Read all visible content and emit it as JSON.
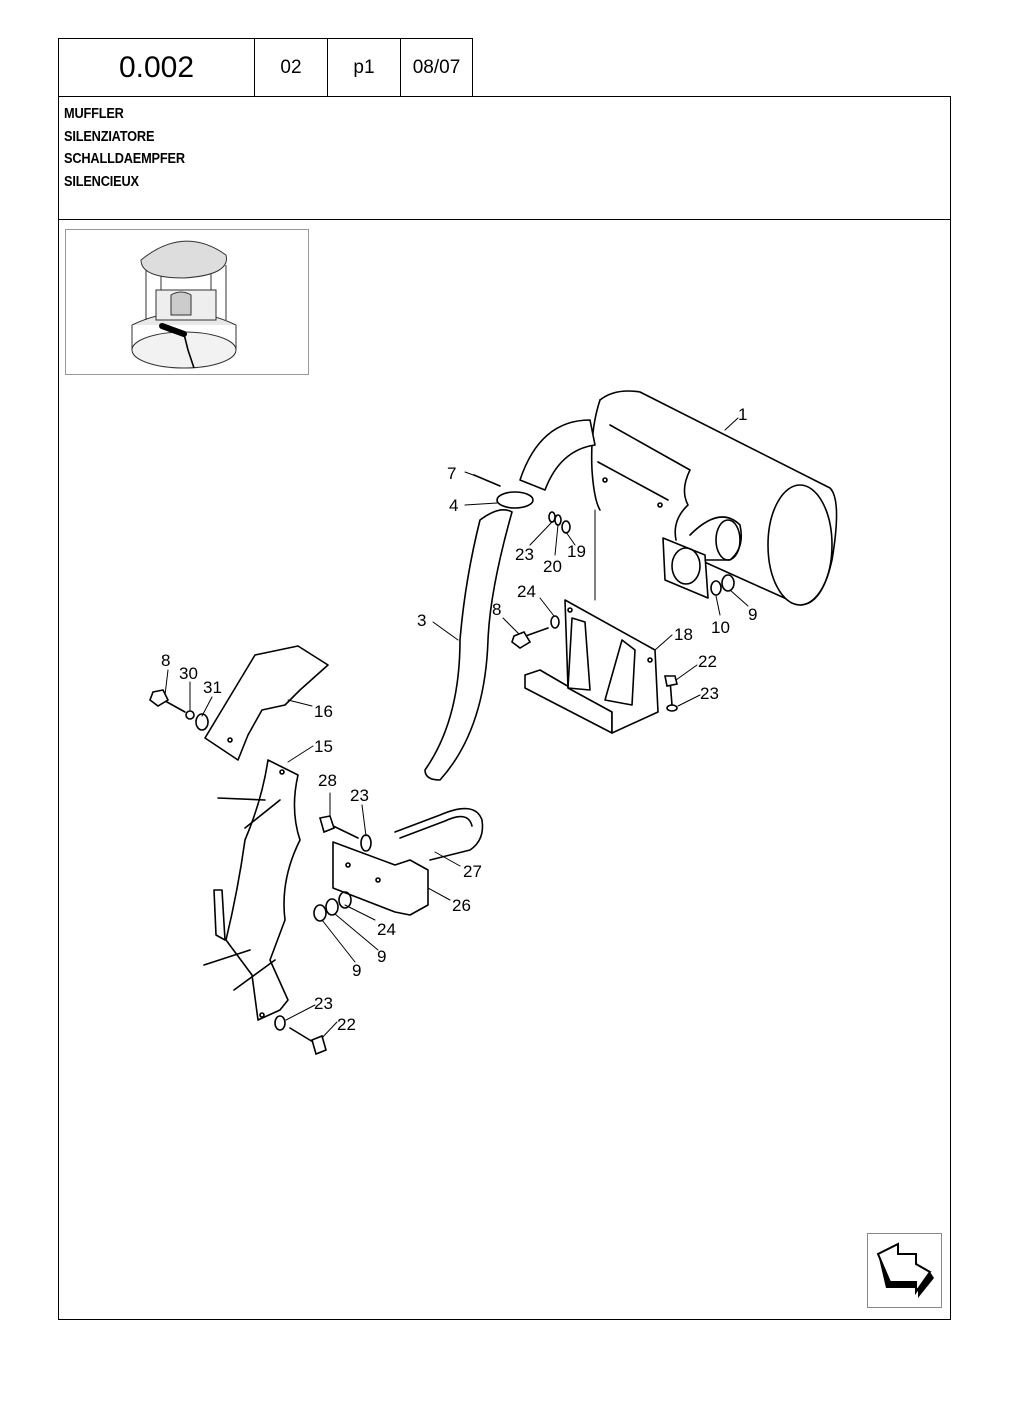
{
  "header": {
    "code": "0.002",
    "section": "02",
    "page": "p1",
    "date": "08/07"
  },
  "title": {
    "lines": [
      "MUFFLER",
      "SILENZIATORE",
      "SCHALLDAEMPFER",
      "SILENCIEUX"
    ]
  },
  "callouts": {
    "c1": "1",
    "c7": "7",
    "c4": "4",
    "c23a": "23",
    "c20": "20",
    "c19": "19",
    "c24a": "24",
    "c8a": "8",
    "c3": "3",
    "c10": "10",
    "c9a": "9",
    "c18": "18",
    "c22a": "22",
    "c23b": "23",
    "c8b": "8",
    "c30": "30",
    "c31": "31",
    "c16": "16",
    "c15": "15",
    "c28": "28",
    "c23c": "23",
    "c27": "27",
    "c26": "26",
    "c24b": "24",
    "c9b": "9",
    "c9c": "9",
    "c23d": "23",
    "c22b": "22"
  },
  "icons": {
    "nav": "next-page-arrow-icon",
    "thumbnail": "machine-location-thumbnail"
  }
}
